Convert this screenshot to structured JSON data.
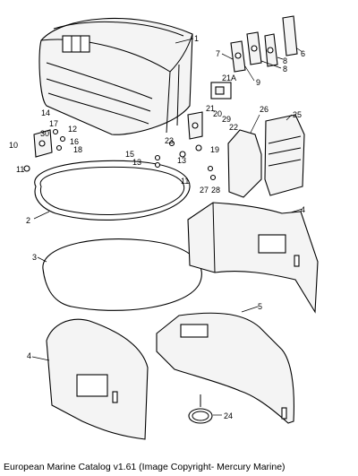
{
  "caption": "European Marine Catalog v1.61 (Image Copyright- Mercury Marine)",
  "callouts": [
    "1",
    "2",
    "3",
    "4",
    "4",
    "5",
    "6",
    "7",
    "8",
    "8",
    "9",
    "10",
    "11",
    "11",
    "12",
    "13",
    "13",
    "14",
    "15",
    "16",
    "17",
    "18",
    "19",
    "20",
    "21",
    "21A",
    "22",
    "23",
    "24",
    "25",
    "26",
    "27",
    "28",
    "29",
    "30"
  ]
}
